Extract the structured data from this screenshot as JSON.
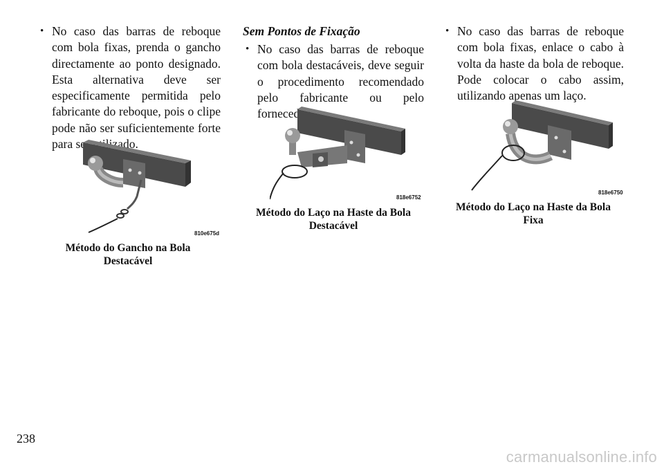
{
  "column1": {
    "bullet_text": "No caso das barras de reboque com bola fixas, prenda o gancho direc­tamente ao ponto designado. Esta alternativa deve ser especifica­mente permitida pelo fabricante do reboque, pois o clipe pode não ser suficientemente forte para ser utili­zado.",
    "figure_code": "810e675d",
    "caption_line1": "Método do Gancho na Bola",
    "caption_line2": "Destacável"
  },
  "column2": {
    "subheading": "Sem Pontos de Fixação",
    "bullet_text": "No caso das barras de reboque com bola destacáveis, deve seguir o pro­cedimento recomendado pelo fabri­cante ou pelo fornecedor.",
    "figure_code": "818e6752",
    "caption_line1": "Método do Laço na Haste da Bola",
    "caption_line2": "Destacável"
  },
  "column3": {
    "bullet_text": "No caso das barras de reboque com bola fixas, enlace o cabo à volta da haste da bola de reboque. Pode co­locar o cabo assim, utilizando ape­nas um laço.",
    "figure_code": "818e6750",
    "caption_line1": "Método do Laço na Haste da Bola",
    "caption_line2": "Fixa"
  },
  "bullet_glyph": "•",
  "page_number": "238",
  "watermark": "carmanualsonline.info"
}
